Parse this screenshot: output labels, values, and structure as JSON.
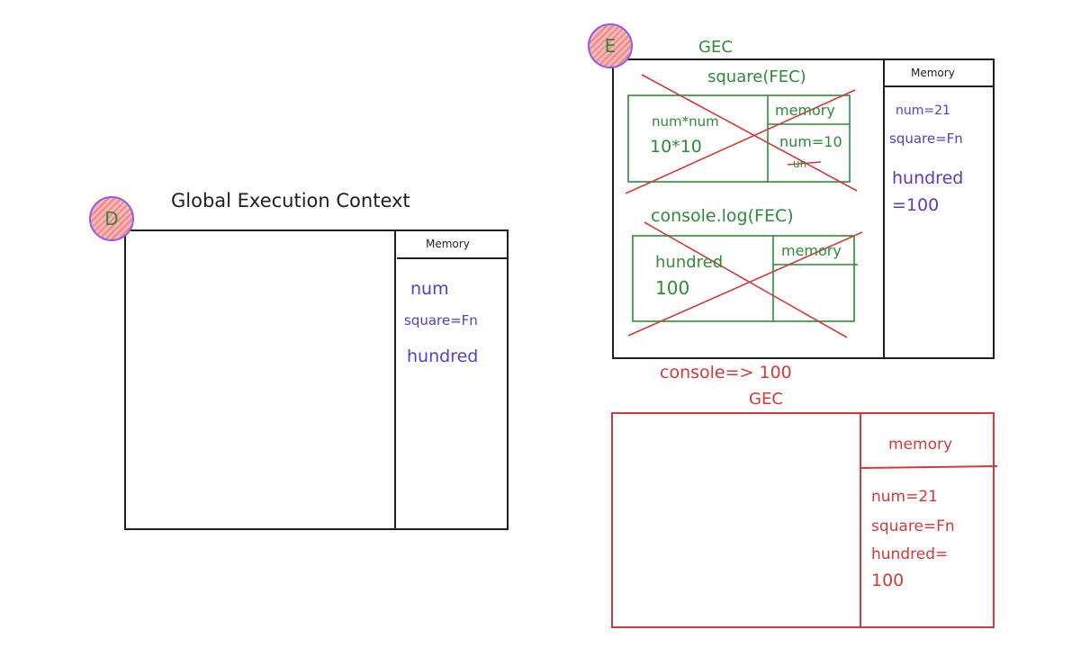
{
  "panel_d": {
    "badge": "D",
    "title": "Global Execution Context",
    "memory_header": "Memory",
    "memory_items": [
      "num",
      "square=Fn",
      "hundred"
    ]
  },
  "panel_e": {
    "badge": "E",
    "gec_label": "GEC",
    "memory_header": "Memory",
    "memory_items": [
      "num=21",
      "square=Fn",
      "hundred",
      "=100"
    ],
    "square_fec": {
      "title": "square(FEC)",
      "code_lines": [
        "num*num",
        "10*10"
      ],
      "memory_header": "memory",
      "memory_items": [
        "num=10",
        "un"
      ]
    },
    "console_fec": {
      "title": "console.log(FEC)",
      "code_lines": [
        "hundred",
        "100"
      ],
      "memory_header": "memory"
    }
  },
  "output": {
    "console_line": "console=> 100"
  },
  "panel_final": {
    "gec_label": "GEC",
    "memory_header": "memory",
    "memory_items": [
      "num=21",
      "square=Fn",
      "hundred=",
      "100"
    ]
  },
  "colors": {
    "ink": "#1e1e1e",
    "green": "#2f8a3a",
    "purple": "#5b3bc4",
    "red": "#d03a3a",
    "badge_ring": "#8b5cf6",
    "badge_fill": "#f4a6a6"
  }
}
